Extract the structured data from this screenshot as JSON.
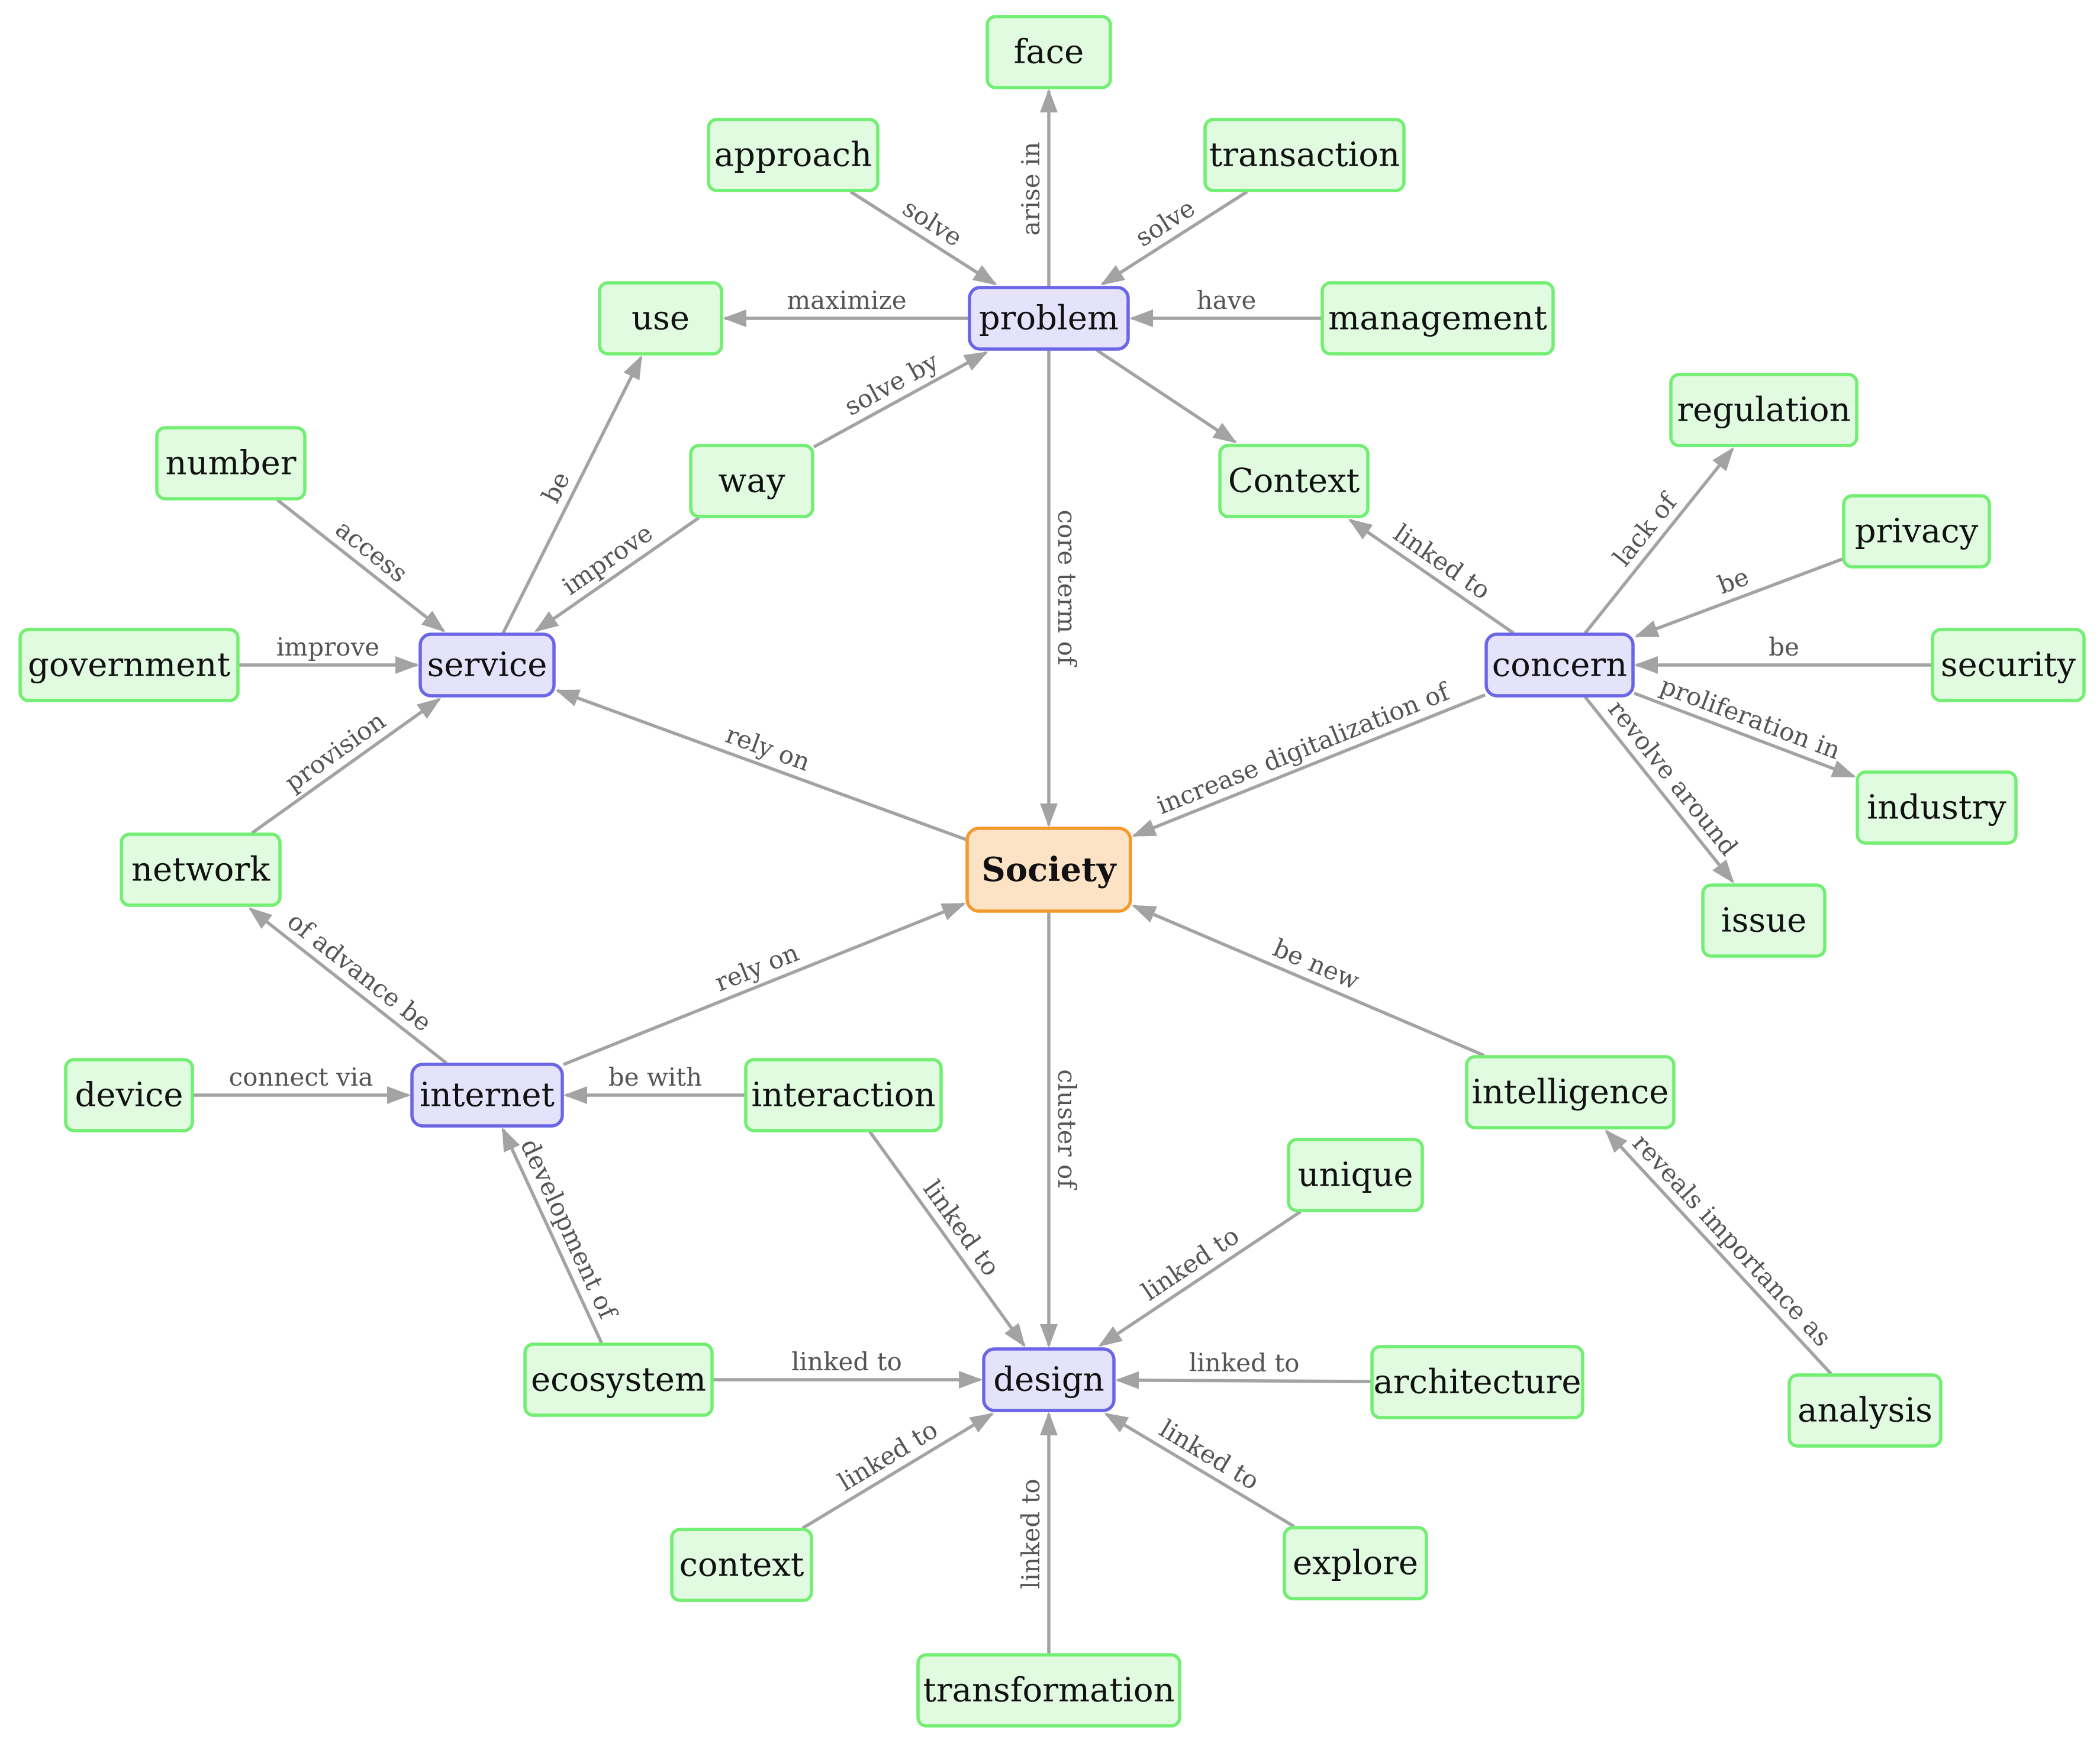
{
  "colors": {
    "edge": "#a3a3a3",
    "label": "#555555",
    "root_fill": "#fde3c6",
    "root_stroke": "#f59a2e",
    "hub_fill": "#e4e3fb",
    "hub_stroke": "#6a66e6",
    "leaf_fill": "#e0fbe0",
    "leaf_stroke": "#72ee72"
  },
  "nodes": [
    {
      "id": "society",
      "label": "Society",
      "kind": "root"
    },
    {
      "id": "problem",
      "label": "problem",
      "kind": "hub"
    },
    {
      "id": "service",
      "label": "service",
      "kind": "hub"
    },
    {
      "id": "concern",
      "label": "concern",
      "kind": "hub"
    },
    {
      "id": "internet",
      "label": "internet",
      "kind": "hub"
    },
    {
      "id": "design",
      "label": "design",
      "kind": "hub"
    },
    {
      "id": "face",
      "label": "face",
      "kind": "leaf"
    },
    {
      "id": "approach",
      "label": "approach",
      "kind": "leaf"
    },
    {
      "id": "transaction",
      "label": "transaction",
      "kind": "leaf"
    },
    {
      "id": "use",
      "label": "use",
      "kind": "leaf"
    },
    {
      "id": "management",
      "label": "management",
      "kind": "leaf"
    },
    {
      "id": "way",
      "label": "way",
      "kind": "leaf"
    },
    {
      "id": "context_cap",
      "label": "Context",
      "kind": "leaf"
    },
    {
      "id": "regulation",
      "label": "regulation",
      "kind": "leaf"
    },
    {
      "id": "privacy",
      "label": "privacy",
      "kind": "leaf"
    },
    {
      "id": "security",
      "label": "security",
      "kind": "leaf"
    },
    {
      "id": "industry",
      "label": "industry",
      "kind": "leaf"
    },
    {
      "id": "issue",
      "label": "issue",
      "kind": "leaf"
    },
    {
      "id": "number",
      "label": "number",
      "kind": "leaf"
    },
    {
      "id": "government",
      "label": "government",
      "kind": "leaf"
    },
    {
      "id": "network",
      "label": "network",
      "kind": "leaf"
    },
    {
      "id": "device",
      "label": "device",
      "kind": "leaf"
    },
    {
      "id": "interaction",
      "label": "interaction",
      "kind": "leaf"
    },
    {
      "id": "ecosystem",
      "label": "ecosystem",
      "kind": "leaf"
    },
    {
      "id": "intelligence",
      "label": "intelligence",
      "kind": "leaf"
    },
    {
      "id": "analysis",
      "label": "analysis",
      "kind": "leaf"
    },
    {
      "id": "unique",
      "label": "unique",
      "kind": "leaf"
    },
    {
      "id": "architecture",
      "label": "architecture",
      "kind": "leaf"
    },
    {
      "id": "context",
      "label": "context",
      "kind": "leaf"
    },
    {
      "id": "explore",
      "label": "explore",
      "kind": "leaf"
    },
    {
      "id": "transformation",
      "label": "transformation",
      "kind": "leaf"
    }
  ],
  "edges": [
    {
      "from": "problem",
      "to": "face",
      "label": "arise in"
    },
    {
      "from": "approach",
      "to": "problem",
      "label": "solve"
    },
    {
      "from": "transaction",
      "to": "problem",
      "label": "solve"
    },
    {
      "from": "problem",
      "to": "use",
      "label": "maximize"
    },
    {
      "from": "management",
      "to": "problem",
      "label": "have"
    },
    {
      "from": "way",
      "to": "problem",
      "label": "solve by"
    },
    {
      "from": "problem",
      "to": "context_cap",
      "label": ""
    },
    {
      "from": "problem",
      "to": "society",
      "label": "core term of"
    },
    {
      "from": "service",
      "to": "use",
      "label": "be"
    },
    {
      "from": "way",
      "to": "service",
      "label": "improve"
    },
    {
      "from": "number",
      "to": "service",
      "label": "access"
    },
    {
      "from": "government",
      "to": "service",
      "label": "improve"
    },
    {
      "from": "network",
      "to": "service",
      "label": "provision"
    },
    {
      "from": "society",
      "to": "service",
      "label": "rely on"
    },
    {
      "from": "concern",
      "to": "context_cap",
      "label": "linked to"
    },
    {
      "from": "concern",
      "to": "regulation",
      "label": "lack of"
    },
    {
      "from": "privacy",
      "to": "concern",
      "label": "be"
    },
    {
      "from": "security",
      "to": "concern",
      "label": "be"
    },
    {
      "from": "concern",
      "to": "industry",
      "label": "proliferation in"
    },
    {
      "from": "concern",
      "to": "issue",
      "label": "revolve around"
    },
    {
      "from": "concern",
      "to": "society",
      "label": "increase digitalization of"
    },
    {
      "from": "internet",
      "to": "society",
      "label": "rely on"
    },
    {
      "from": "internet",
      "to": "network",
      "label": "of advance be"
    },
    {
      "from": "device",
      "to": "internet",
      "label": "connect via"
    },
    {
      "from": "interaction",
      "to": "internet",
      "label": "be with"
    },
    {
      "from": "ecosystem",
      "to": "internet",
      "label": "development of"
    },
    {
      "from": "intelligence",
      "to": "society",
      "label": "be new"
    },
    {
      "from": "analysis",
      "to": "intelligence",
      "label": "reveals importance as"
    },
    {
      "from": "society",
      "to": "design",
      "label": "cluster of"
    },
    {
      "from": "interaction",
      "to": "design",
      "label": "linked to"
    },
    {
      "from": "unique",
      "to": "design",
      "label": "linked to"
    },
    {
      "from": "ecosystem",
      "to": "design",
      "label": "linked to"
    },
    {
      "from": "architecture",
      "to": "design",
      "label": "linked to"
    },
    {
      "from": "context",
      "to": "design",
      "label": "linked to"
    },
    {
      "from": "transformation",
      "to": "design",
      "label": "linked to"
    },
    {
      "from": "explore",
      "to": "design",
      "label": "linked to"
    }
  ]
}
